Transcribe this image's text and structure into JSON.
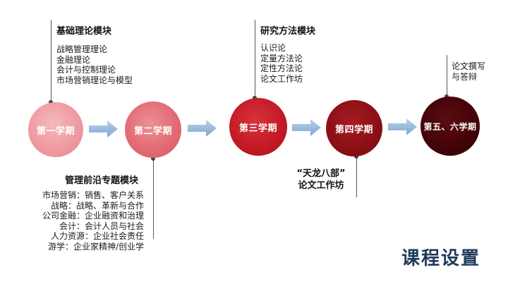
{
  "semesters": [
    {
      "label": "第一学期",
      "color": "#ef9aa1"
    },
    {
      "label": "第二学期",
      "color": "#e26b74"
    },
    {
      "label": "第三学期",
      "color": "#c11a25"
    },
    {
      "label": "第四学期",
      "color": "#8a0f15"
    },
    {
      "label": "第五、六学期",
      "color": "#420307"
    }
  ],
  "modules": {
    "basic_theory": {
      "heading": "基础理论模块",
      "items": [
        "战略管理理论",
        "金融理论",
        "会计与控制理论",
        "市场营销理论与模型"
      ]
    },
    "research_method": {
      "heading": "研究方法模块",
      "items": [
        "认识论",
        "定量方法论",
        "定性方法论",
        "论文工作坊"
      ]
    },
    "thesis": {
      "items": [
        "论文撰写",
        "与答辩"
      ]
    },
    "frontier": {
      "heading": "管理前沿专题模块",
      "items": [
        "市场营销：销售、客户关系",
        "战略：战略、革新与合作",
        "公司金融：企业融资和治理",
        "会计：会计人员与社会",
        "人力资源：企业社会责任",
        "游学：企业家精神/创业学"
      ]
    },
    "tianlong": {
      "line1": "“天龙八部”",
      "line2": "论文工作坊"
    }
  },
  "page_title": "课程设置",
  "colors": {
    "arrow": "#8fb4dc",
    "title": "#1f3b5a",
    "connector": "#555555"
  }
}
